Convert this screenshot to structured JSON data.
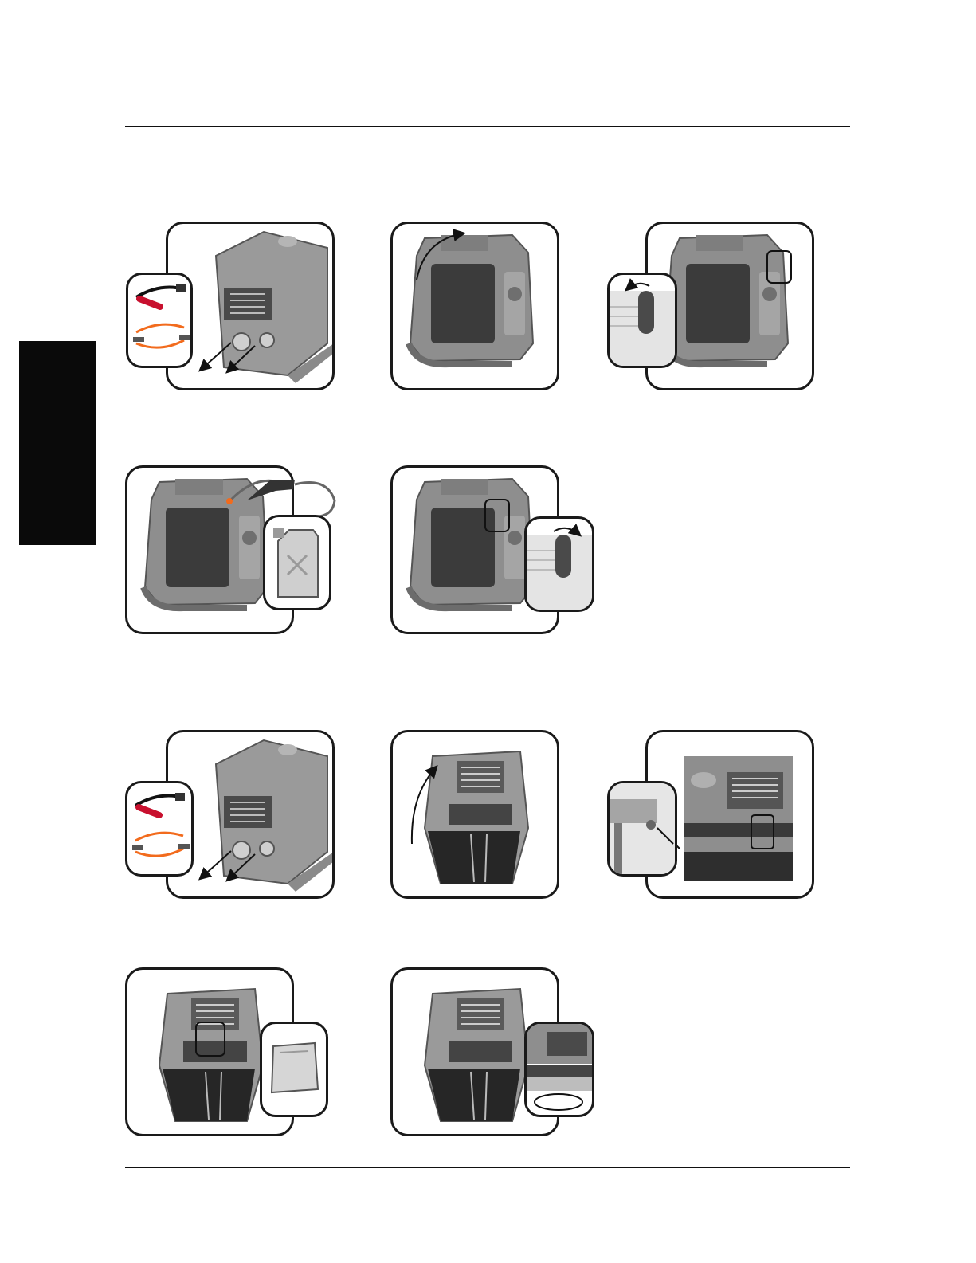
{
  "page": {
    "side_tab_color": "#0a0a0a",
    "machine_body_color": "#8e8e8e",
    "machine_panel_color": "#3b3b3b",
    "cable_red": "#c8102e",
    "cable_orange": "#f26b1d"
  },
  "figures": [
    {
      "id": "fig-a1",
      "icon": "disconnect-cables-icon"
    },
    {
      "id": "fig-a2",
      "icon": "tilt-machine-icon"
    },
    {
      "id": "fig-a3",
      "icon": "open-filler-cap-icon"
    },
    {
      "id": "fig-a4",
      "icon": "fill-fuel-icon"
    },
    {
      "id": "fig-a5",
      "icon": "close-filler-cap-icon"
    },
    {
      "id": "fig-b1",
      "icon": "disconnect-cables-icon"
    },
    {
      "id": "fig-b2",
      "icon": "tilt-machine-back-icon"
    },
    {
      "id": "fig-b3",
      "icon": "release-latch-icon"
    },
    {
      "id": "fig-b4",
      "icon": "remove-cover-icon"
    },
    {
      "id": "fig-b5",
      "icon": "filter-location-icon"
    }
  ]
}
